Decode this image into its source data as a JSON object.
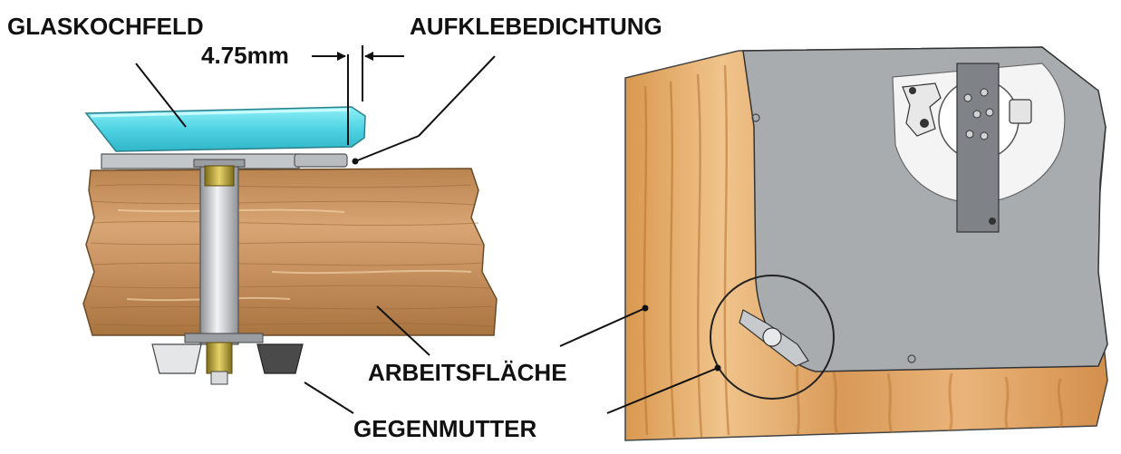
{
  "labels": {
    "glass_cooktop": "GLASKOCHFELD",
    "dimension": "4.75mm",
    "adhesive_seal": "AUFKLEBEDICHTUNG",
    "worktop": "ARBEITSFLÄCHE",
    "lock_nut": "GEGENMUTTER"
  },
  "colors": {
    "glass": "#4fd3e3",
    "wood": "#c99062",
    "wood_light": "#e9b886",
    "metal": "#b0b4b8",
    "bracket": "#8f9296",
    "brass": "#b7a23a",
    "seal": "#b9bcbf",
    "lock_nut_dark": "#4a4a4a"
  }
}
